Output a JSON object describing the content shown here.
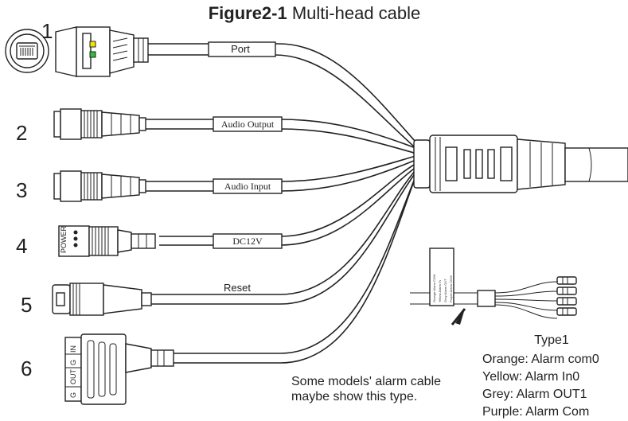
{
  "figure": {
    "title_bold": "Figure2-1",
    "title_rest": " Multi-head cable"
  },
  "connectors": [
    {
      "number": "1",
      "label": "Port"
    },
    {
      "number": "2",
      "label": "Audio Output"
    },
    {
      "number": "3",
      "label": "Audio Input"
    },
    {
      "number": "4",
      "label": "DC12V"
    },
    {
      "number": "5",
      "label": "Reset"
    },
    {
      "number": "6",
      "label": ""
    }
  ],
  "power_jack_text": "POWER",
  "alarm_connector_pins": [
    "IN",
    "G",
    "OUT",
    "G"
  ],
  "alarm_label_tag_lines": [
    "Orange:Alarm COM",
    "Yellow:Alarm IN",
    "Grey:Alarm OUT",
    "Purple:Alarm COM"
  ],
  "note": {
    "line1": "Some models' alarm cable",
    "line2": "maybe show this type."
  },
  "type_legend": {
    "title": "Type1",
    "items": [
      "Orange: Alarm com0",
      "Yellow: Alarm In0",
      "Grey: Alarm OUT1",
      "Purple: Alarm Com"
    ]
  },
  "colors": {
    "led_yellow": "#f2e600",
    "led_green": "#2fbf3a",
    "ink": "#222222"
  }
}
